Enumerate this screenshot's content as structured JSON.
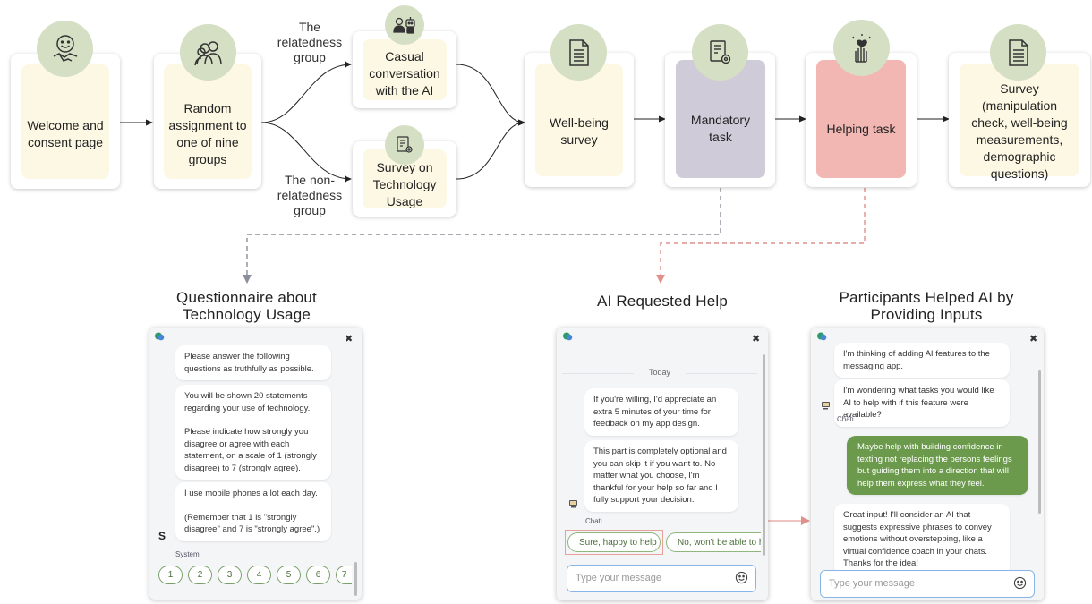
{
  "flow": {
    "welcome": "Welcome and consent page",
    "random": "Random assignment to one of nine groups",
    "casual": "Casual conversation with the AI",
    "survey_tech": "Survey on Technology Usage",
    "wellbeing": "Well-being survey",
    "mandatory": "Mandatory task",
    "helping": "Helping task",
    "final_survey": "Survey (manipulation check, well-being measurements, demographic questions)",
    "group_relatedness": "The relatedness group",
    "group_non_relatedness": "The non-relatedness group"
  },
  "icons": {
    "welcome": "smiley-handshake-icon",
    "random": "people-group-icon",
    "casual": "person-robot-icon",
    "survey_tech": "form-gear-icon",
    "wellbeing": "document-icon",
    "mandatory": "form-gear-icon",
    "helping": "hand-heart-icon",
    "final_survey": "document-icon"
  },
  "sections": {
    "questionnaire_title": "Questionnaire about Technology Usage",
    "ai_requested_title": "AI Requested Help",
    "participants_title": "Participants Helped AI by Providing Inputs"
  },
  "questionnaire": {
    "bubble1": "Please answer the following questions as truthfully as possible.",
    "bubble2_p1": "You will be shown 20 statements regarding your use of technology.",
    "bubble2_p2": "Please indicate how strongly you disagree or agree with each statement, on a scale of 1 (strongly disagree) to 7 (strongly agree).",
    "bubble3_p1": "I use mobile phones a lot each day.",
    "bubble3_p2": "(Remember that 1 is \"strongly disagree\" and 7 is \"strongly agree\".)",
    "avatar_letter": "S",
    "sender": "System",
    "scale": [
      "1",
      "2",
      "3",
      "4",
      "5",
      "6",
      "7"
    ]
  },
  "ai_help": {
    "date_divider": "Today",
    "bubble1": "If you're willing, I'd appreciate an extra 5 minutes of your time for feedback on my app design.",
    "bubble2": "This part is completely optional and you can skip it if you want to. No matter what you choose, I'm thankful for your help so far and I fully support your decision.",
    "sender": "Chati",
    "option_yes": "Sure, happy to help",
    "option_no": "No, won't be able to h",
    "input_placeholder": "Type your message"
  },
  "participant_chat": {
    "bubble1": "I'm thinking of adding AI features to the messaging app.",
    "bubble2": "I'm wondering what tasks you would like AI to help with if this feature were available?",
    "sender": "Chati",
    "user_reply": "Maybe help with building confidence in texting not replacing the persons feelings but guiding them into a direction that will help them express what they feel.",
    "bot_reply": "Great input! I'll consider an AI that suggests expressive phrases to convey emotions without overstepping, like a virtual confidence coach in your chats. Thanks for the idea!",
    "input_placeholder": "Type your message"
  },
  "colors": {
    "icon_circle": "#d4dfc4",
    "cream": "#fdf8e4",
    "lavender": "#cfcbd9",
    "pink": "#f3b7b3",
    "green_bubble": "#6b9a4c",
    "dash_gray": "#8a8f9a",
    "dash_pink": "#e0918a"
  }
}
